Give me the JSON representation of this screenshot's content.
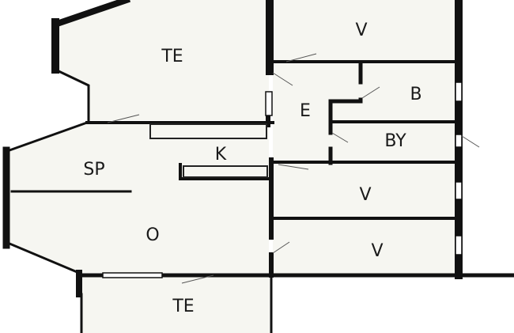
{
  "plan": {
    "rooms": [
      {
        "id": "te-top",
        "label": "TE"
      },
      {
        "id": "v-top",
        "label": "V"
      },
      {
        "id": "b",
        "label": "B"
      },
      {
        "id": "e",
        "label": "E"
      },
      {
        "id": "by",
        "label": "BY"
      },
      {
        "id": "k",
        "label": "K"
      },
      {
        "id": "sp",
        "label": "SP"
      },
      {
        "id": "v-mid",
        "label": "V"
      },
      {
        "id": "o",
        "label": "O"
      },
      {
        "id": "v-low",
        "label": "V"
      },
      {
        "id": "te-bottom",
        "label": "TE"
      }
    ]
  }
}
